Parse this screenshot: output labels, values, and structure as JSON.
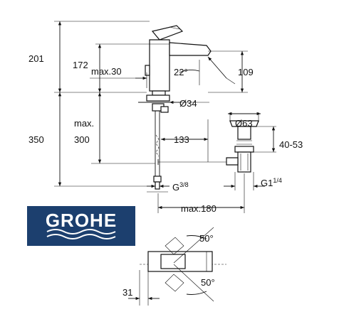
{
  "brand": {
    "name": "GROHE",
    "logo_background": "#1c3f6e",
    "logo_foreground": "#ffffff"
  },
  "dimensions": {
    "total_height": "201",
    "spout_height": "172",
    "max_30": "max.30",
    "swivel_angle": "22°",
    "spout_reach": "109",
    "base_diameter": "Ø34",
    "max_label": "max.",
    "tail_350": "350",
    "tail_300": "300",
    "hose_offset": "133",
    "waste_diameter": "Ø63",
    "waste_range": "40-53",
    "waste_thread": "G1",
    "waste_thread_fraction": "1/4",
    "inlet_thread": "G",
    "inlet_thread_fraction": "3/8",
    "max_180": "max.180",
    "lever_angle_top": "50°",
    "lever_angle_bottom": "50°",
    "base_offset": "31"
  }
}
